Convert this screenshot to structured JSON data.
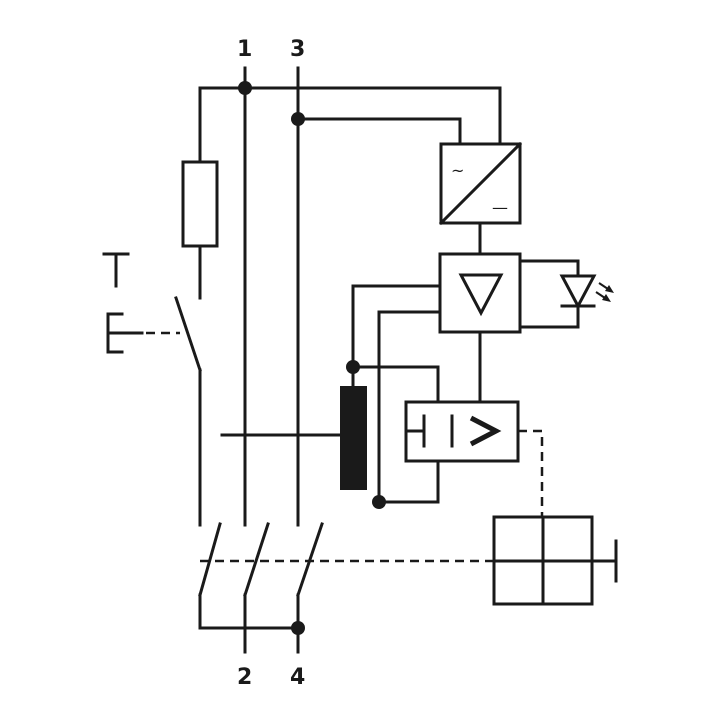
{
  "terminals": {
    "in_l1": "1",
    "in_l3": "3",
    "out_l2": "2",
    "out_l4": "4"
  },
  "converter": {
    "ac_symbol": "~",
    "dc_symbol": "—"
  },
  "colors": {
    "line": "#1a1a1a",
    "background": "#ffffff"
  }
}
